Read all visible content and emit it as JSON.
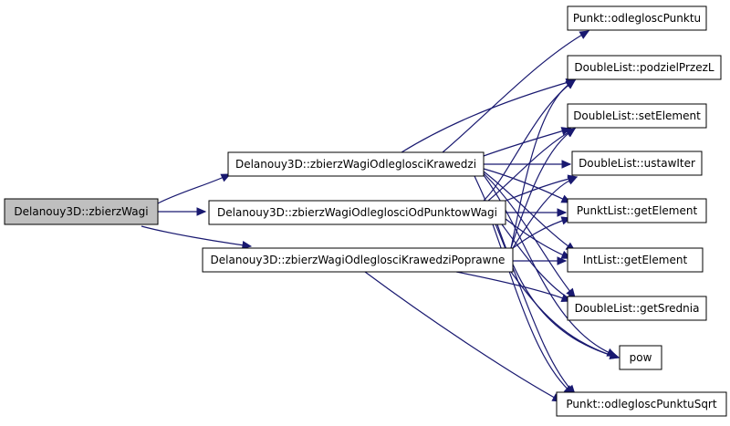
{
  "diagram": {
    "nodes": [
      {
        "id": "root",
        "label": "Delanouy3D::zbierzWagi"
      },
      {
        "id": "kraw",
        "label": "Delanouy3D::zbierzWagiOdleglosciKrawedzi"
      },
      {
        "id": "pkt",
        "label": "Delanouy3D::zbierzWagiOdleglosciOdPunktowWagi"
      },
      {
        "id": "popr",
        "label": "Delanouy3D::zbierzWagiOdleglosciKrawedziPoprawne"
      },
      {
        "id": "odl",
        "label": "Punkt::odlegloscPunktu"
      },
      {
        "id": "podziel",
        "label": "DoubleList::podzielPrzezL"
      },
      {
        "id": "setel",
        "label": "DoubleList::setElement"
      },
      {
        "id": "ustaw",
        "label": "DoubleList::ustawIter"
      },
      {
        "id": "pktget",
        "label": "PunktList::getElement"
      },
      {
        "id": "intget",
        "label": "IntList::getElement"
      },
      {
        "id": "sred",
        "label": "DoubleList::getSrednia"
      },
      {
        "id": "pow",
        "label": "pow"
      },
      {
        "id": "sqrt",
        "label": "Punkt::odlegloscPunktuSqrt"
      }
    ],
    "edges": [
      [
        "root",
        "kraw"
      ],
      [
        "root",
        "pkt"
      ],
      [
        "root",
        "popr"
      ],
      [
        "kraw",
        "odl"
      ],
      [
        "kraw",
        "podziel"
      ],
      [
        "kraw",
        "setel"
      ],
      [
        "kraw",
        "ustaw"
      ],
      [
        "kraw",
        "pktget"
      ],
      [
        "kraw",
        "intget"
      ],
      [
        "kraw",
        "sred"
      ],
      [
        "kraw",
        "pow"
      ],
      [
        "kraw",
        "sqrt"
      ],
      [
        "pkt",
        "podziel"
      ],
      [
        "pkt",
        "setel"
      ],
      [
        "pkt",
        "ustaw"
      ],
      [
        "pkt",
        "pktget"
      ],
      [
        "pkt",
        "intget"
      ],
      [
        "pkt",
        "sred"
      ],
      [
        "pkt",
        "pow"
      ],
      [
        "pkt",
        "sqrt"
      ],
      [
        "popr",
        "podziel"
      ],
      [
        "popr",
        "setel"
      ],
      [
        "popr",
        "ustaw"
      ],
      [
        "popr",
        "pktget"
      ],
      [
        "popr",
        "intget"
      ],
      [
        "popr",
        "sred"
      ],
      [
        "popr",
        "pow"
      ],
      [
        "popr",
        "sqrt"
      ]
    ]
  },
  "colors": {
    "edge": "#191970",
    "node_border": "#000000",
    "root_fill": "#bfbfbf",
    "node_fill": "#ffffff"
  }
}
